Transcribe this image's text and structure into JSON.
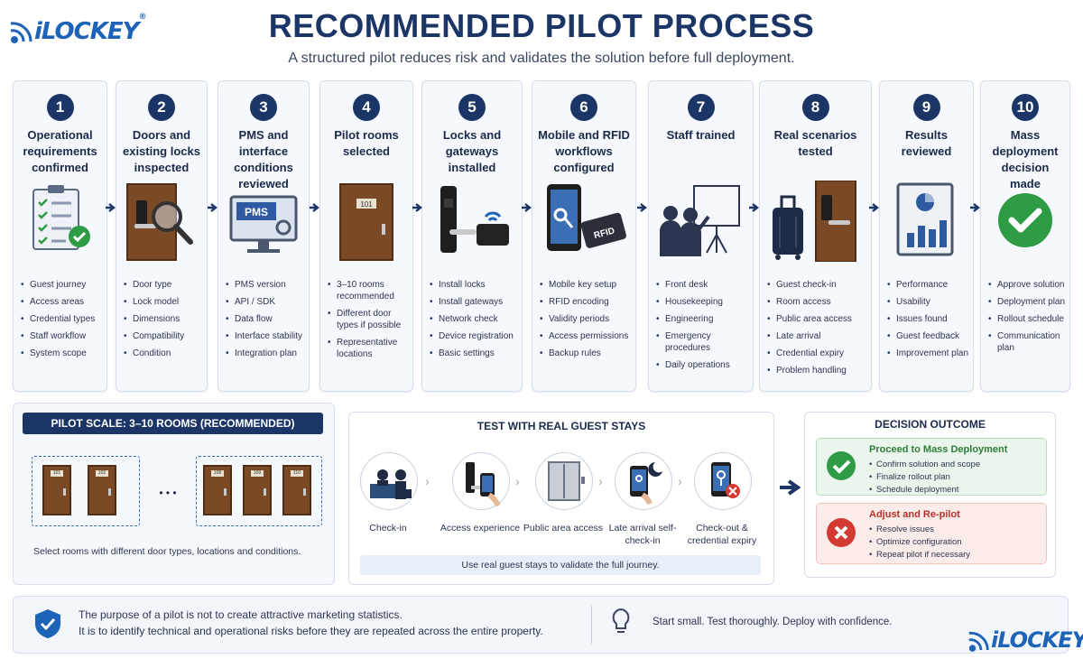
{
  "brand": {
    "logo_text": "iLOCKEY",
    "reg_mark": "®"
  },
  "header": {
    "title": "RECOMMENDED PILOT PROCESS",
    "subtitle": "A structured pilot reduces risk and validates the solution before full deployment."
  },
  "steps": [
    {
      "number": "1",
      "title": "Operational requirements confirmed",
      "icon": "checklist-icon",
      "bullets": [
        "Guest journey",
        "Access areas",
        "Credential types",
        "Staff workflow",
        "System scope"
      ]
    },
    {
      "number": "2",
      "title": "Doors and existing locks inspected",
      "icon": "magnifier-lock-icon",
      "bullets": [
        "Door type",
        "Lock model",
        "Dimensions",
        "Compatibility",
        "Condition"
      ]
    },
    {
      "number": "3",
      "title": "PMS and interface conditions reviewed",
      "icon": "pms-monitor-icon",
      "screen_text": "PMS",
      "bullets": [
        "PMS version",
        "API / SDK",
        "Data flow",
        "Interface stability",
        "Integration plan"
      ]
    },
    {
      "number": "4",
      "title": "Pilot rooms selected",
      "icon": "door-icon",
      "door_number": "101",
      "bullets": [
        "3–10 rooms recommended",
        "Different door types if possible",
        "Representative locations"
      ]
    },
    {
      "number": "5",
      "title": "Locks and gateways installed",
      "icon": "lock-gateway-icon",
      "bullets": [
        "Install locks",
        "Install gateways",
        "Network check",
        "Device registration",
        "Basic settings"
      ]
    },
    {
      "number": "6",
      "title": "Mobile and RFID workflows configured",
      "icon": "phone-rfid-icon",
      "card_text": "RFID",
      "bullets": [
        "Mobile key setup",
        "RFID encoding",
        "Validity periods",
        "Access permissions",
        "Backup rules"
      ]
    },
    {
      "number": "7",
      "title": "Staff trained",
      "icon": "training-icon",
      "bullets": [
        "Front desk",
        "Housekeeping",
        "Engineering",
        "Emergency procedures",
        "Daily operations"
      ]
    },
    {
      "number": "8",
      "title": "Real scenarios tested",
      "icon": "luggage-door-icon",
      "bullets": [
        "Guest check-in",
        "Room access",
        "Public area access",
        "Late arrival",
        "Credential expiry",
        "Problem handling"
      ]
    },
    {
      "number": "9",
      "title": "Results reviewed",
      "icon": "report-chart-icon",
      "bullets": [
        "Performance",
        "Usability",
        "Issues found",
        "Guest feedback",
        "Improvement plan"
      ]
    },
    {
      "number": "10",
      "title": "Mass deployment decision made",
      "icon": "green-check-icon",
      "bullets": [
        "Approve solution",
        "Deployment plan",
        "Rollout schedule",
        "Communication plan"
      ]
    }
  ],
  "pilot_scale": {
    "title": "PILOT SCALE: 3–10 ROOMS (RECOMMENDED)",
    "rooms": [
      "101",
      "102",
      "108",
      "109",
      "110"
    ],
    "ellipsis": "• • •",
    "caption": "Select rooms with different door types, locations and conditions."
  },
  "guest_test": {
    "title": "TEST WITH REAL GUEST STAYS",
    "stages": [
      {
        "label": "Check-in",
        "icon": "front-desk-icon"
      },
      {
        "label": "Access experience",
        "icon": "phone-unlock-icon"
      },
      {
        "label": "Public area access",
        "icon": "elevator-icon"
      },
      {
        "label": "Late arrival self-check-in",
        "icon": "night-phone-icon"
      },
      {
        "label": "Check-out & credential expiry",
        "icon": "expired-key-icon"
      }
    ],
    "caption": "Use real guest stays to validate the full journey."
  },
  "decision": {
    "title": "DECISION OUTCOME",
    "proceed": {
      "title": "Proceed to Mass Deployment",
      "items": [
        "Confirm solution and scope",
        "Finalize rollout plan",
        "Schedule deployment"
      ],
      "color": "#2e9b45"
    },
    "repilot": {
      "title": "Adjust and Re-pilot",
      "items": [
        "Resolve issues",
        "Optimize configuration",
        "Repeat pilot if necessary"
      ],
      "color": "#d23a32"
    }
  },
  "footer": {
    "line1": "The purpose of a pilot is not to create attractive marketing statistics.",
    "line2": "It is to identify technical and operational risks before they are repeated across the entire property.",
    "tagline": "Start small. Test thoroughly. Deploy with confidence."
  },
  "colors": {
    "navy": "#1b3566",
    "brand_blue": "#1d63b8",
    "green": "#2e9b45",
    "red": "#d23a32"
  }
}
